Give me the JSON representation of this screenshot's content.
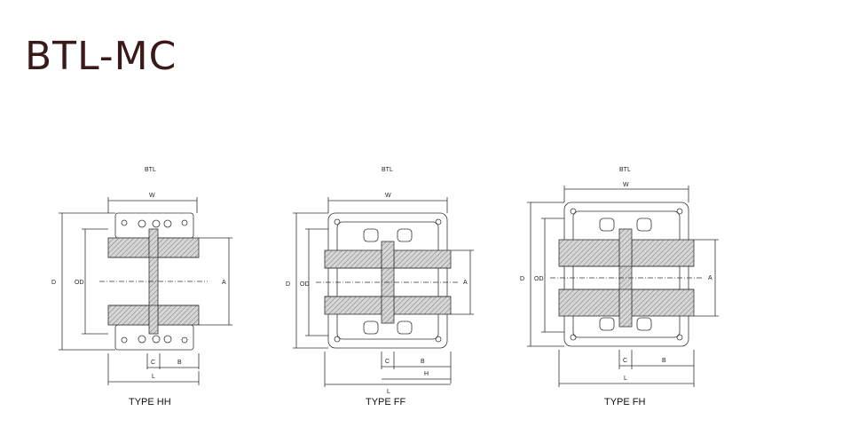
{
  "title": "BTL-MC",
  "drawings": [
    {
      "label": "BTL",
      "caption": "TYPE HH",
      "dims": {
        "w": "W",
        "d": "D",
        "od": "OD",
        "a": "A",
        "c": "C",
        "b": "B",
        "l": "L"
      }
    },
    {
      "label": "BTL",
      "caption": "TYPE FF",
      "dims": {
        "w": "W",
        "d": "D",
        "od": "OD",
        "a": "A",
        "c": "C",
        "b": "B",
        "l": "L",
        "h": "H"
      }
    },
    {
      "label": "BTL",
      "caption": "TYPE FH",
      "dims": {
        "w": "W",
        "d": "D",
        "od": "OD",
        "a": "A",
        "c": "C",
        "b": "B",
        "l": "L"
      }
    }
  ],
  "colors": {
    "title": "#3a1a18",
    "line": "#333333",
    "hatch": "#bdbdbd"
  }
}
